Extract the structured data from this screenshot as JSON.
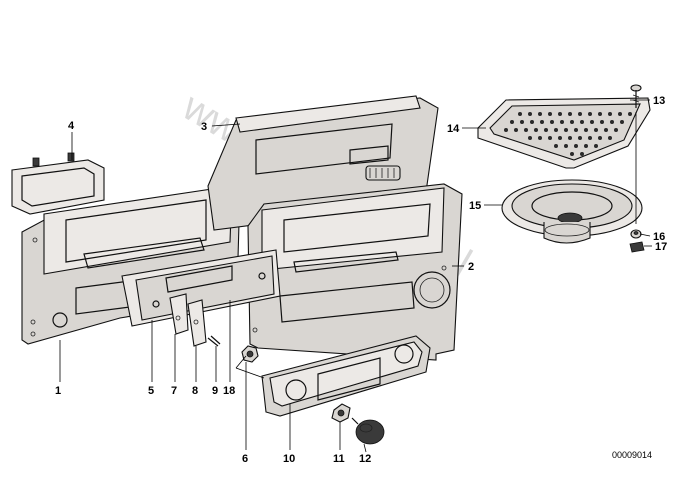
{
  "diagram": {
    "drawing_number": "00009014",
    "watermark": "www.BMWstore.pl",
    "callouts": [
      "1",
      "2",
      "3",
      "4",
      "5",
      "6",
      "7",
      "8",
      "9",
      "10",
      "11",
      "12",
      "13",
      "14",
      "15",
      "16",
      "17",
      "18"
    ]
  }
}
